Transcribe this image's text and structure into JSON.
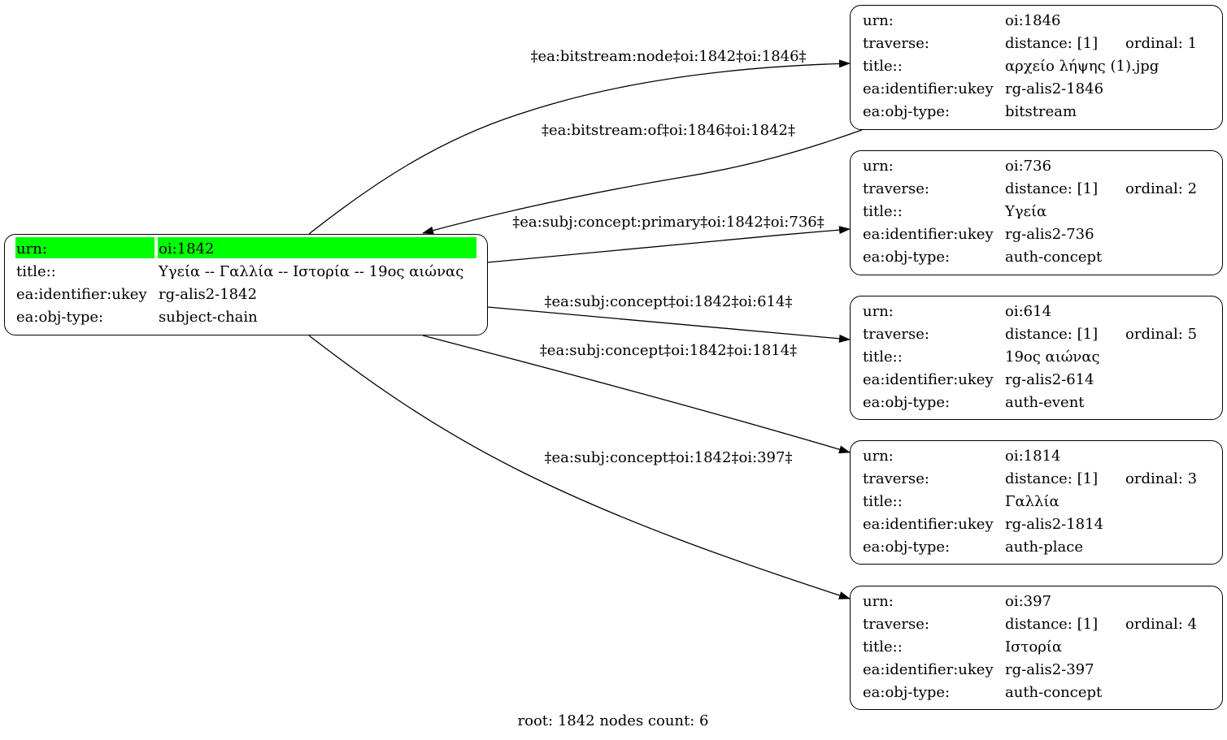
{
  "root_node": {
    "rows": [
      {
        "key": "urn:",
        "value": "oi:1842"
      },
      {
        "key": "title::",
        "value": "Υγεία -- Γαλλία -- Ιστορία -- 19ος αιώνας"
      },
      {
        "key": "ea:identifier:ukey",
        "value": "rg-alis2-1842"
      },
      {
        "key": "ea:obj-type:",
        "value": "subject-chain"
      }
    ],
    "highlight_color": "#00ff00"
  },
  "child_nodes": [
    {
      "urn": "oi:1846",
      "traverse_key": "traverse:",
      "distance": "distance: [1]",
      "ordinal": "ordinal: 1",
      "title": "αρχείο λήψης (1).jpg",
      "ukey": "rg-alis2-1846",
      "obj_type": "bitstream"
    },
    {
      "urn": "oi:736",
      "traverse_key": "traverse:",
      "distance": "distance: [1]",
      "ordinal": "ordinal: 2",
      "title": "Υγεία",
      "ukey": "rg-alis2-736",
      "obj_type": "auth-concept"
    },
    {
      "urn": "oi:614",
      "traverse_key": "traverse:",
      "distance": "distance: [1]",
      "ordinal": "ordinal: 5",
      "title": "19ος αιώνας",
      "ukey": "rg-alis2-614",
      "obj_type": "auth-event"
    },
    {
      "urn": "oi:1814",
      "traverse_key": "traverse:",
      "distance": "distance: [1]",
      "ordinal": "ordinal: 3",
      "title": "Γαλλία",
      "ukey": "rg-alis2-1814",
      "obj_type": "auth-place"
    },
    {
      "urn": "oi:397",
      "traverse_key": "traverse:",
      "distance": "distance: [1]",
      "ordinal": "ordinal: 4",
      "title": "Ιστορία",
      "ukey": "rg-alis2-397",
      "obj_type": "auth-concept"
    }
  ],
  "keys": {
    "urn": "urn:",
    "title": "title::",
    "ukey": "ea:identifier:ukey",
    "obj_type": "ea:obj-type:"
  },
  "edges": [
    {
      "label": "‡ea:bitstream:node‡oi:1842‡oi:1846‡"
    },
    {
      "label": "‡ea:bitstream:of‡oi:1846‡oi:1842‡"
    },
    {
      "label": "‡ea:subj:concept:primary‡oi:1842‡oi:736‡"
    },
    {
      "label": "‡ea:subj:concept‡oi:1842‡oi:614‡"
    },
    {
      "label": "‡ea:subj:concept‡oi:1842‡oi:1814‡"
    },
    {
      "label": "‡ea:subj:concept‡oi:1842‡oi:397‡"
    }
  ],
  "footer": "root: 1842 nodes count: 6"
}
